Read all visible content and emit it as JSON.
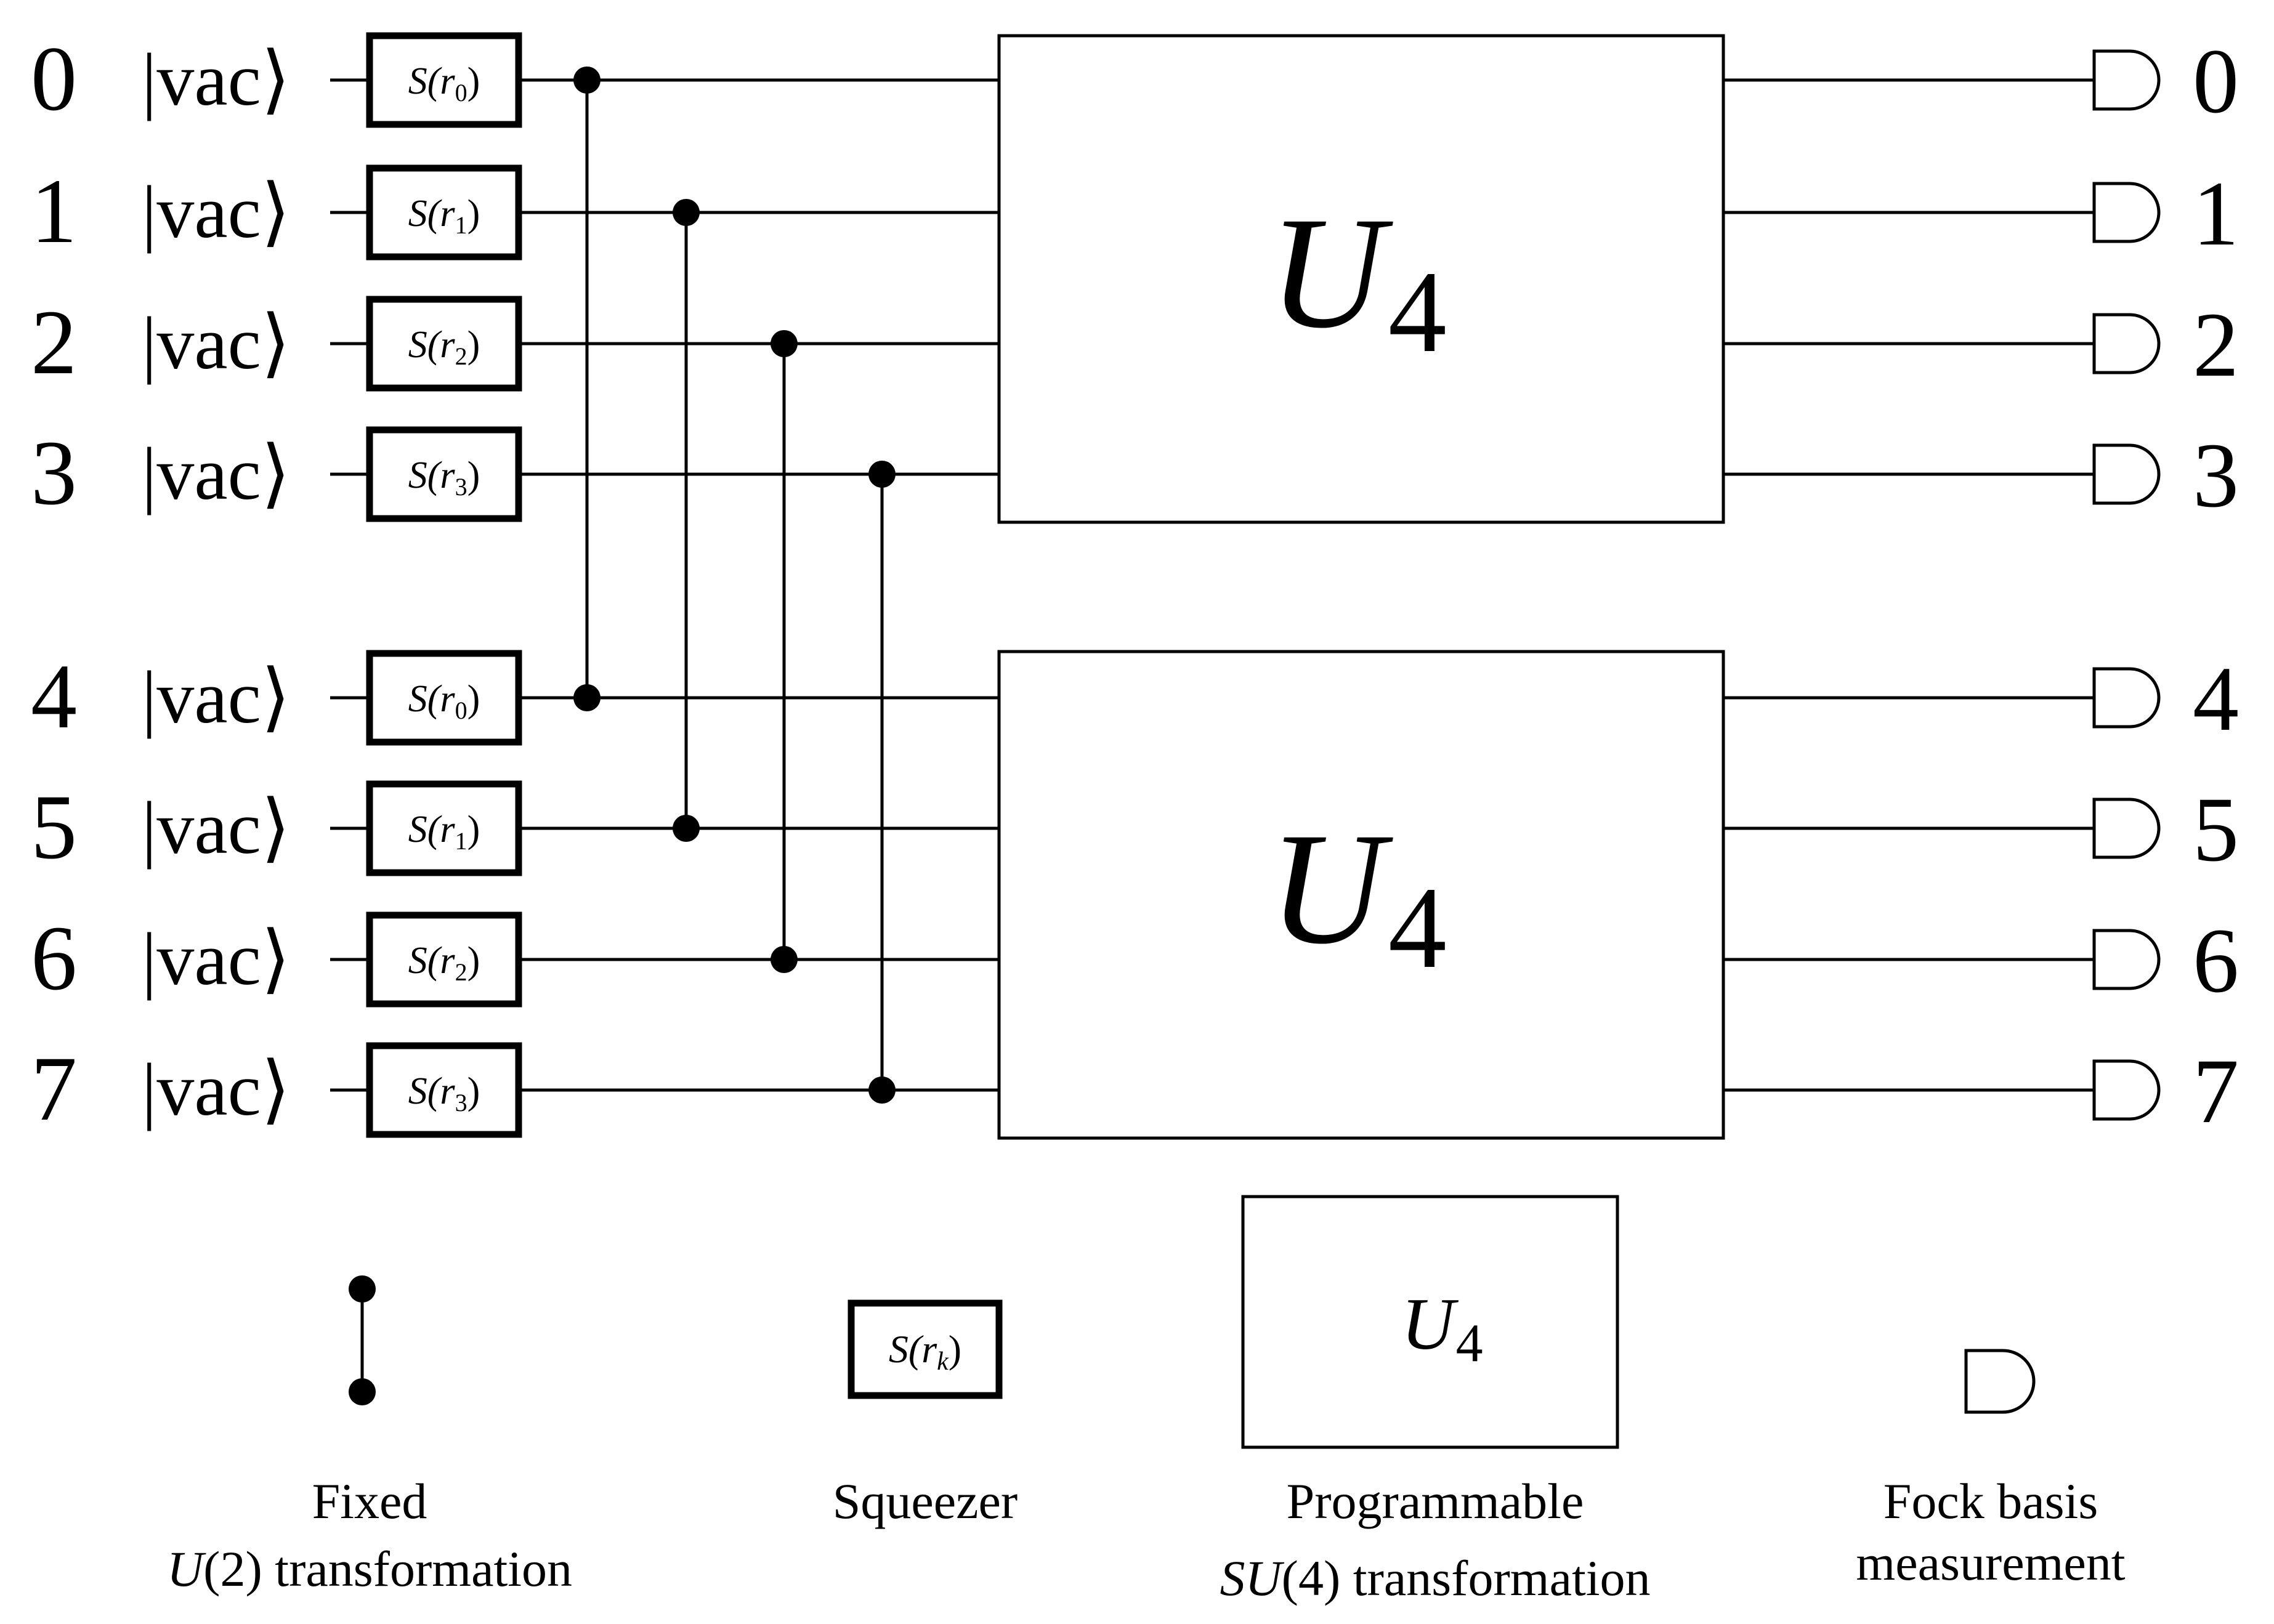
{
  "modes": [
    {
      "index": "0",
      "state": "|vac⟩",
      "squeezer": {
        "base": "S(r",
        "sub": "0",
        "close": ")"
      },
      "output": "0"
    },
    {
      "index": "1",
      "state": "|vac⟩",
      "squeezer": {
        "base": "S(r",
        "sub": "1",
        "close": ")"
      },
      "output": "1"
    },
    {
      "index": "2",
      "state": "|vac⟩",
      "squeezer": {
        "base": "S(r",
        "sub": "2",
        "close": ")"
      },
      "output": "2"
    },
    {
      "index": "3",
      "state": "|vac⟩",
      "squeezer": {
        "base": "S(r",
        "sub": "3",
        "close": ")"
      },
      "output": "3"
    },
    {
      "index": "4",
      "state": "|vac⟩",
      "squeezer": {
        "base": "S(r",
        "sub": "0",
        "close": ")"
      },
      "output": "4"
    },
    {
      "index": "5",
      "state": "|vac⟩",
      "squeezer": {
        "base": "S(r",
        "sub": "1",
        "close": ")"
      },
      "output": "5"
    },
    {
      "index": "6",
      "state": "|vac⟩",
      "squeezer": {
        "base": "S(r",
        "sub": "2",
        "close": ")"
      },
      "output": "6"
    },
    {
      "index": "7",
      "state": "|vac⟩",
      "squeezer": {
        "base": "S(r",
        "sub": "3",
        "close": ")"
      },
      "output": "7"
    }
  ],
  "unitaries": [
    {
      "base": "U",
      "sub": "4"
    },
    {
      "base": "U",
      "sub": "4"
    }
  ],
  "legend": {
    "u2": {
      "line1": "Fixed",
      "line2_math": "U",
      "line2_rest": "(2) transformation"
    },
    "squeezer": {
      "symbol_base": "S(r",
      "symbol_sub": "k",
      "symbol_close": ")",
      "label": "Squeezer"
    },
    "su4": {
      "symbol_base": "U",
      "symbol_sub": "4",
      "line1": "Programmable",
      "line2_math": "SU",
      "line2_rest": "(4) transformation"
    },
    "fock": {
      "line1": "Fock basis",
      "line2": "measurement"
    }
  }
}
